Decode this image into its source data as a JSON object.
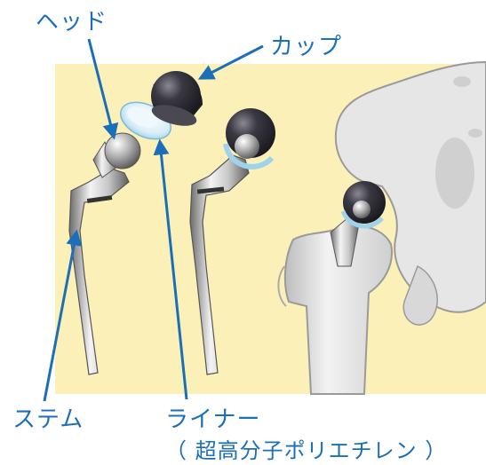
{
  "labels": {
    "head": "ヘッド",
    "cup": "カップ",
    "stem": "ステム",
    "liner": "ライナー",
    "liner_material": "（ 超高分子ポリエチレン ）"
  },
  "colors": {
    "background_panel": "#fbf1b8",
    "label_text": "#1b6fb8",
    "arrow": "#1b6fb8",
    "metal_light": "#e9e9e9",
    "metal_dark": "#6e6e6e",
    "cup_dark": "#2d2b33",
    "liner_blue": "#bfe3f3",
    "bone": "#e8e8e8"
  }
}
